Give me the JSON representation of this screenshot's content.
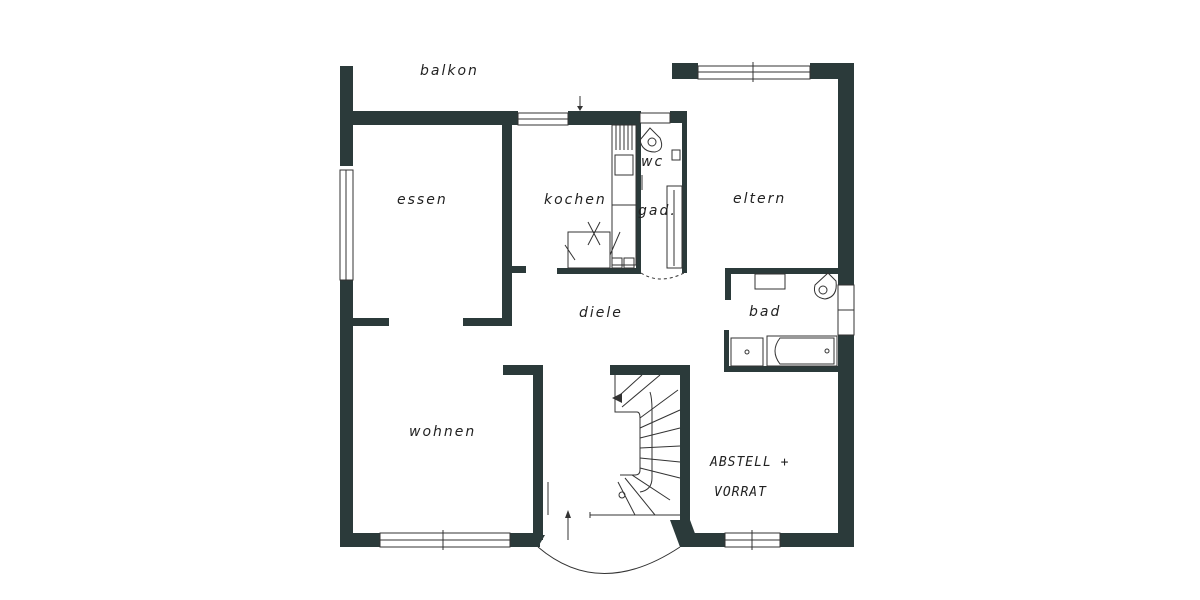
{
  "diagram": {
    "type": "floor-plan",
    "colors": {
      "background": "#ffffff",
      "wall": "#2b3a3a",
      "line": "#333333",
      "text": "#222222"
    },
    "rooms": [
      {
        "id": "balkon",
        "label": "balkon"
      },
      {
        "id": "essen",
        "label": "essen"
      },
      {
        "id": "kochen",
        "label": "kochen"
      },
      {
        "id": "wc",
        "label": "wc"
      },
      {
        "id": "gad",
        "label": "gad."
      },
      {
        "id": "eltern",
        "label": "eltern"
      },
      {
        "id": "diele",
        "label": "diele"
      },
      {
        "id": "bad",
        "label": "bad"
      },
      {
        "id": "wohnen",
        "label": "wohnen"
      },
      {
        "id": "abstell",
        "label_line1": "ABSTELL +",
        "label_line2": "VORRAT"
      }
    ]
  }
}
